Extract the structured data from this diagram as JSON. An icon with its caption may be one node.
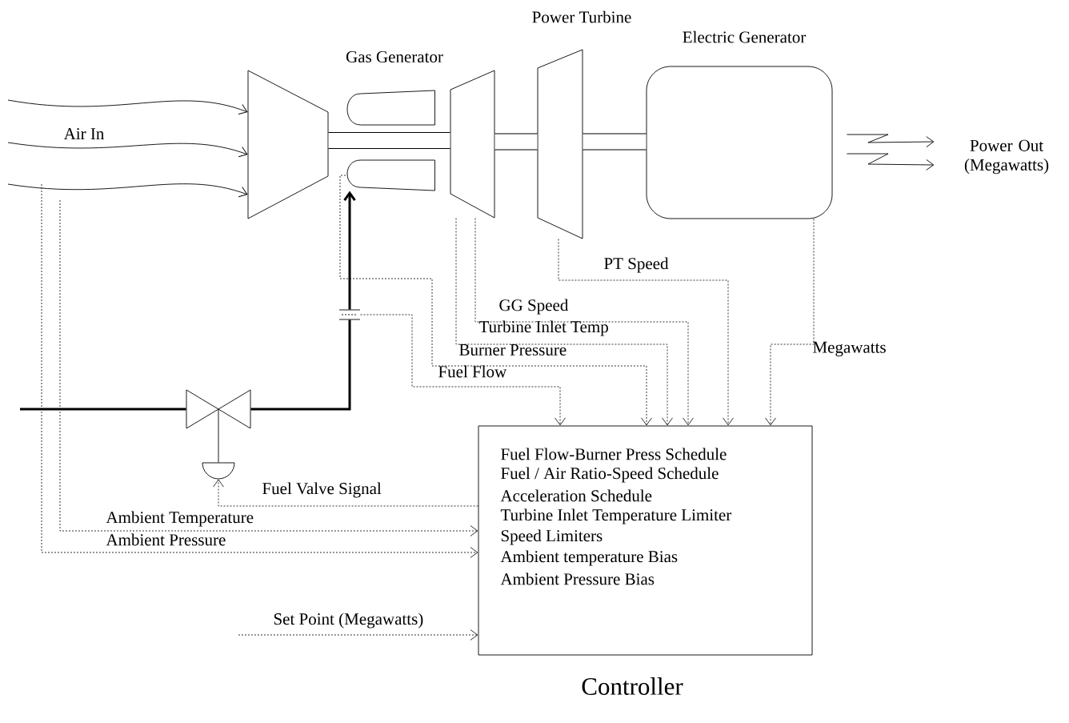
{
  "diagram": {
    "nodes": [
      {
        "text": [],
        "shape": "trapezoid"
      },
      {
        "text": [],
        "shape": "can"
      },
      {
        "text": [],
        "shape": "can"
      },
      {
        "text": [],
        "shape": "trapezoid"
      },
      {
        "text": [
          "Power Turbine"
        ]
      },
      {
        "text": [
          "Electric Generator"
        ]
      },
      {
        "text": [
          "Power Out (Megawatts)"
        ]
      },
      {
        "text": [
          "Fuel Flow-Burner Press Schedule",
          "Fuel / Air Ratio-Speed Schedule",
          "Acceleration Schedule",
          "Turbine Inlet Temperature Limiter",
          "Speed Limiters",
          "Ambient temperature Bias",
          "Ambient Pressure Bias",
          "Controller"
        ]
      },
      {
        "text": [],
        "shape": "valve"
      },
      {
        "text": [],
        "shape": "semicircle"
      },
      {
        "text": [],
        "shape": "orifice"
      }
    ],
    "edges": [
      {
        "from": null,
        "to": 0,
        "arrow": "to"
      },
      {
        "from": null,
        "to": 0,
        "arrow": "to"
      },
      {
        "from": null,
        "to": 0,
        "arrow": "to"
      },
      {
        "from": 0,
        "to": 3,
        "arrow": "none",
        "style": "thick"
      },
      {
        "from": 3,
        "to": 4,
        "arrow": "none",
        "style": "thick"
      },
      {
        "from": 4,
        "to": 5,
        "arrow": "none",
        "style": "thick"
      },
      {
        "from": 5,
        "to": 6,
        "arrow": "to"
      },
      {
        "from": 5,
        "to": 6,
        "arrow": "to"
      },
      {
        "from": null,
        "to": 8,
        "arrow": "none",
        "style": "thick"
      },
      {
        "from": 8,
        "to": 10,
        "arrow": "none",
        "style": "thick"
      },
      {
        "from": 10,
        "to": 2,
        "arrow": "to",
        "style": "thick"
      },
      {
        "from": 8,
        "to": 9,
        "arrow": "none"
      },
      {
        "from": 2,
        "to": 7,
        "arrow": "to",
        "label": "Burner Pressure",
        "style": "dashed"
      },
      {
        "from": 10,
        "to": 7,
        "arrow": "to",
        "label": "Fuel Flow",
        "style": "dashed"
      },
      {
        "from": 3,
        "to": 7,
        "arrow": "to",
        "label": "Turbine Inlet Temp",
        "style": "dashed"
      },
      {
        "from": 3,
        "to": 7,
        "arrow": "to",
        "label": "GG Speed",
        "style": "dashed"
      },
      {
        "from": 4,
        "to": 7,
        "arrow": "to",
        "label": "PT Speed",
        "style": "dashed"
      },
      {
        "from": 5,
        "to": 7,
        "arrow": "to",
        "label": "Megawatts",
        "style": "dashed"
      },
      {
        "from": 7,
        "to": 9,
        "arrow": "to",
        "label": "Fuel Valve Signal",
        "style": "dashed"
      },
      {
        "from": null,
        "to": 7,
        "arrow": "to",
        "label": "Ambient Temperature",
        "style": "dashed"
      },
      {
        "from": null,
        "to": 7,
        "arrow": "to",
        "label": "Ambient Pressure",
        "style": "dashed"
      },
      {
        "from": null,
        "to": 7,
        "arrow": "to",
        "label": "Set Point (Megawatts)",
        "style": "dashed"
      }
    ],
    "labels": [
      "Gas Generator",
      "Air In"
    ]
  }
}
